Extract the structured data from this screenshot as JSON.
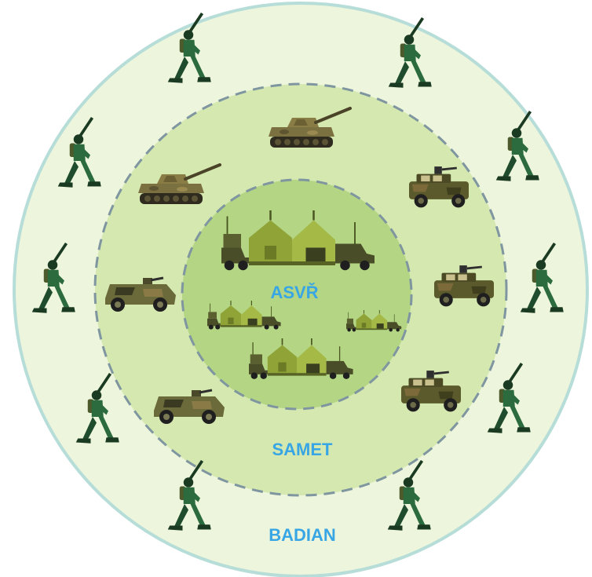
{
  "zones": {
    "outer": {
      "label": "BADIAN"
    },
    "middle": {
      "label": "SAMET"
    },
    "inner": {
      "label": "ASVŘ"
    }
  },
  "colors": {
    "outer_fill": "#edf5dc",
    "outer_stroke": "#b6ddd8",
    "middle_fill": "#d4e8b0",
    "inner_fill": "#b3d584",
    "dash_stroke": "#7f96a0",
    "label": "#38a6e4",
    "soldier_uniform": "#2c6b3e",
    "soldier_dark": "#1b3a22",
    "tank_body": "#7b7040",
    "humvee_body": "#5b5a2c",
    "apc_body": "#6a6a3a",
    "tent_fill": "#8fa336"
  },
  "icons": {
    "soldier": "soldier-icon",
    "tank": "tank-icon",
    "humvee": "humvee-icon",
    "apc": "apc-icon",
    "command_post": "command-post-icon"
  }
}
